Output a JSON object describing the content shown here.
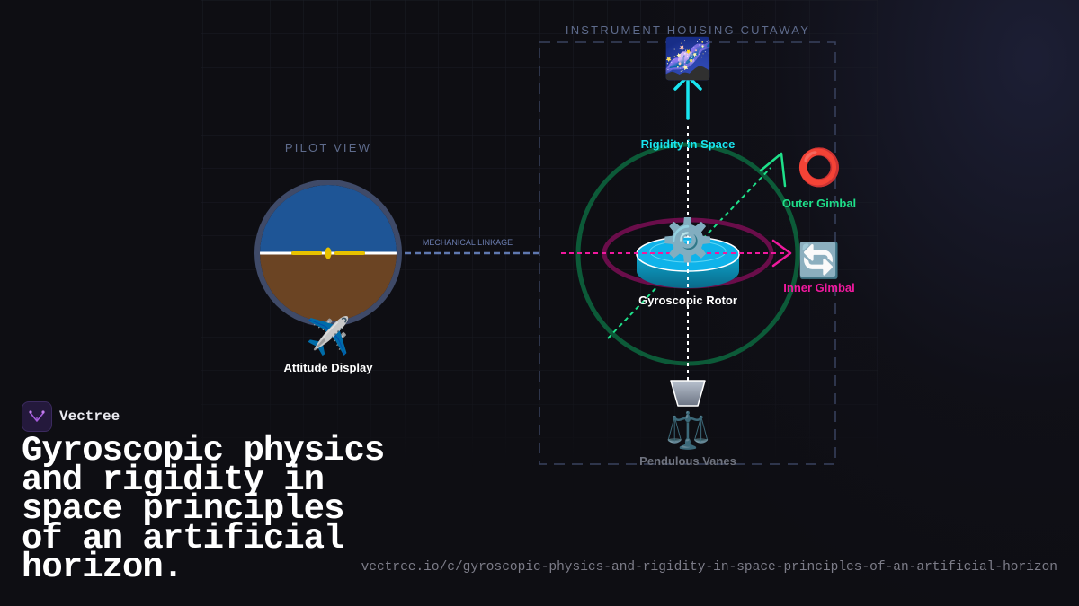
{
  "brand": {
    "name": "Vectree"
  },
  "headline": "Gyroscopic physics and rigidity in space principles of an artificial horizon.",
  "url": "vectree.io/c/gyroscopic-physics-and-rigidity-in-space-principles-of-an-artificial-horizon",
  "diagram": {
    "pilot_view_label": "PILOT VIEW",
    "housing_label": "INSTRUMENT HOUSING CUTAWAY",
    "linkage_label": "MECHANICAL LINKAGE",
    "attitude_display_label": "Attitude Display",
    "rigidity_label": "Rigidity in Space",
    "outer_gimbal_label": "Outer Gimbal",
    "inner_gimbal_label": "Inner Gimbal",
    "rotor_label": "Gyroscopic Rotor",
    "vanes_label": "Pendulous Vanes",
    "icons": {
      "galaxy": "🌌",
      "ring": "⭕",
      "refresh": "🔄",
      "gear": "⚙️",
      "airplane": "✈️",
      "balance": "⚖️"
    },
    "colors": {
      "rigidity": "#19e6f0",
      "outer_gimbal": "#1ee08a",
      "inner_gimbal": "#f0199e",
      "sky": "#1e5596",
      "ground": "#6b4423",
      "horizon_bar": "#e8c200"
    }
  }
}
